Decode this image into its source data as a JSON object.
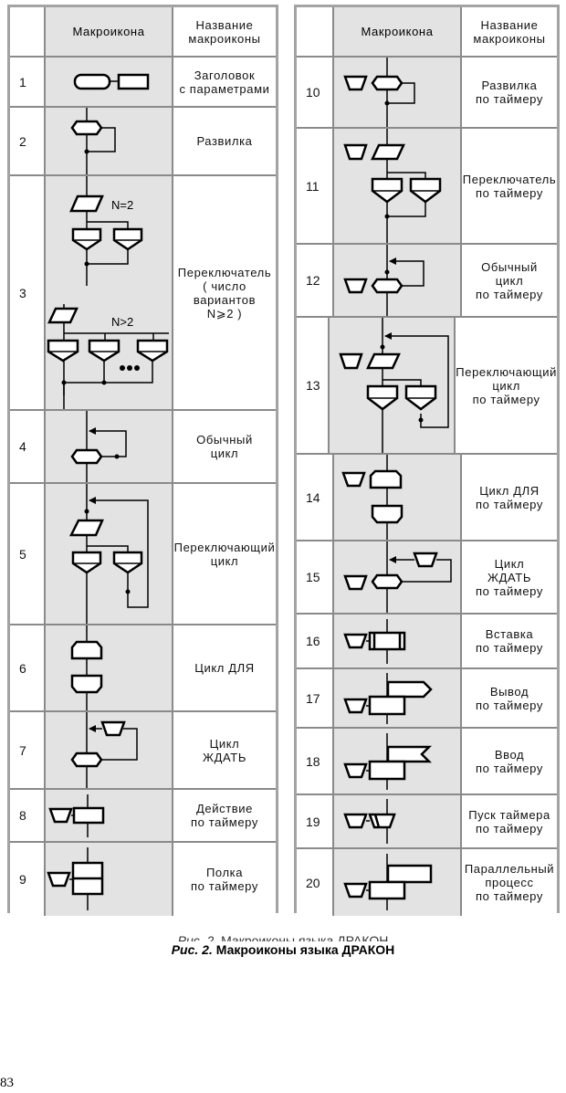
{
  "headers": {
    "number": "",
    "icon": "Макроикона",
    "name": "Название\nмакроиконы"
  },
  "left_rows": [
    {
      "number": "1",
      "name": "Заголовок\nс параметрами",
      "icon": "header-with-parameters-icon"
    },
    {
      "number": "2",
      "name": "Развилка",
      "icon": "fork-icon"
    },
    {
      "number": "3",
      "name": "Переключатель\n( число\nвариантов\nN⩾2 )",
      "icon": "switch-icon",
      "labels": [
        "N=2",
        "N>2"
      ]
    },
    {
      "number": "4",
      "name": "Обычный\nцикл",
      "icon": "loop-icon"
    },
    {
      "number": "5",
      "name": "Переключающий\nцикл",
      "icon": "switching-loop-icon"
    },
    {
      "number": "6",
      "name": "Цикл ДЛЯ",
      "icon": "for-loop-icon"
    },
    {
      "number": "7",
      "name": "Цикл\nЖДАТЬ",
      "icon": "wait-loop-icon"
    },
    {
      "number": "8",
      "name": "Действие\nпо таймеру",
      "icon": "timer-action-icon"
    },
    {
      "number": "9",
      "name": "Полка\nпо таймеру",
      "icon": "timer-shelf-icon"
    }
  ],
  "right_rows": [
    {
      "number": "10",
      "name": "Развилка\nпо таймеру",
      "icon": "timer-fork-icon"
    },
    {
      "number": "11",
      "name": "Переключатель\nпо таймеру",
      "icon": "timer-switch-icon"
    },
    {
      "number": "12",
      "name": "Обычный\nцикл\nпо таймеру",
      "icon": "timer-loop-icon"
    },
    {
      "number": "13",
      "name": "Переключающий\nцикл\nпо таймеру",
      "icon": "timer-switching-loop-icon"
    },
    {
      "number": "14",
      "name": "Цикл ДЛЯ\nпо таймеру",
      "icon": "timer-for-loop-icon"
    },
    {
      "number": "15",
      "name": "Цикл\nЖДАТЬ\nпо таймеру",
      "icon": "timer-wait-loop-icon"
    },
    {
      "number": "16",
      "name": "Вставка\nпо таймеру",
      "icon": "timer-insert-icon"
    },
    {
      "number": "17",
      "name": "Вывод\nпо таймеру",
      "icon": "timer-output-icon"
    },
    {
      "number": "18",
      "name": "Ввод\nпо таймеру",
      "icon": "timer-input-icon"
    },
    {
      "number": "19",
      "name": "Пуск таймера\nпо таймеру",
      "icon": "timer-start-icon"
    },
    {
      "number": "20",
      "name": "Параллельный\nпроцесс\nпо таймеру",
      "icon": "timer-parallel-process-icon"
    }
  ],
  "caption": {
    "prefix": "Рис. 2.",
    "text": " Макроиконы языка ДРАКОН"
  },
  "page_number": "83"
}
